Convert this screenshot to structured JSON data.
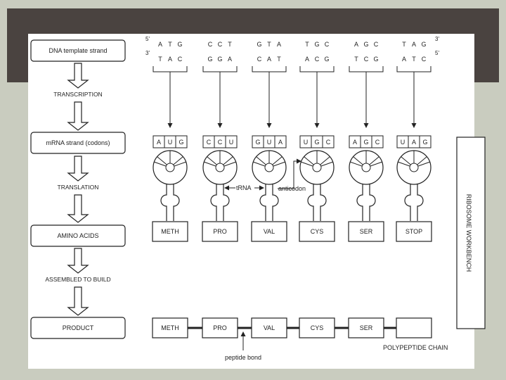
{
  "flow_labels": [
    "DNA template strand",
    "TRANSCRIPTION",
    "mRNA strand (codons)",
    "TRANSLATION",
    "AMINO ACIDS",
    "ASSEMBLED TO BUILD",
    "PRODUCT"
  ],
  "strand_end_labels": [
    "5'",
    "3'",
    "3'",
    "5'"
  ],
  "coding_codons": [
    [
      "A",
      "T",
      "G"
    ],
    [
      "C",
      "C",
      "T"
    ],
    [
      "G",
      "T",
      "A"
    ],
    [
      "T",
      "G",
      "C"
    ],
    [
      "A",
      "G",
      "C"
    ],
    [
      "T",
      "A",
      "G"
    ]
  ],
  "template_codons": [
    [
      "T",
      "A",
      "C"
    ],
    [
      "G",
      "G",
      "A"
    ],
    [
      "C",
      "A",
      "T"
    ],
    [
      "A",
      "C",
      "G"
    ],
    [
      "T",
      "C",
      "G"
    ],
    [
      "A",
      "T",
      "C"
    ]
  ],
  "mrna_codons": [
    [
      "A",
      "U",
      "G"
    ],
    [
      "C",
      "C",
      "U"
    ],
    [
      "G",
      "U",
      "A"
    ],
    [
      "U",
      "G",
      "C"
    ],
    [
      "A",
      "G",
      "C"
    ],
    [
      "U",
      "A",
      "G"
    ]
  ],
  "amino_acids": [
    "METH",
    "PRO",
    "VAL",
    "CYS",
    "SER",
    "STOP"
  ],
  "chain": [
    "METH",
    "PRO",
    "VAL",
    "CYS",
    "SER",
    ""
  ],
  "annotations": {
    "trna": "tRNA",
    "anticodon": "anticodon",
    "peptide_bond": "peptide bond",
    "polypeptide_chain": "POLYPEPTIDE CHAIN",
    "ribosome_workbench": "RIBOSOME WORKBENCH"
  },
  "colors": {
    "background": "#c9ccbf",
    "dark_band": "#4a4340",
    "panel": "#ffffff",
    "ink": "#222222"
  }
}
